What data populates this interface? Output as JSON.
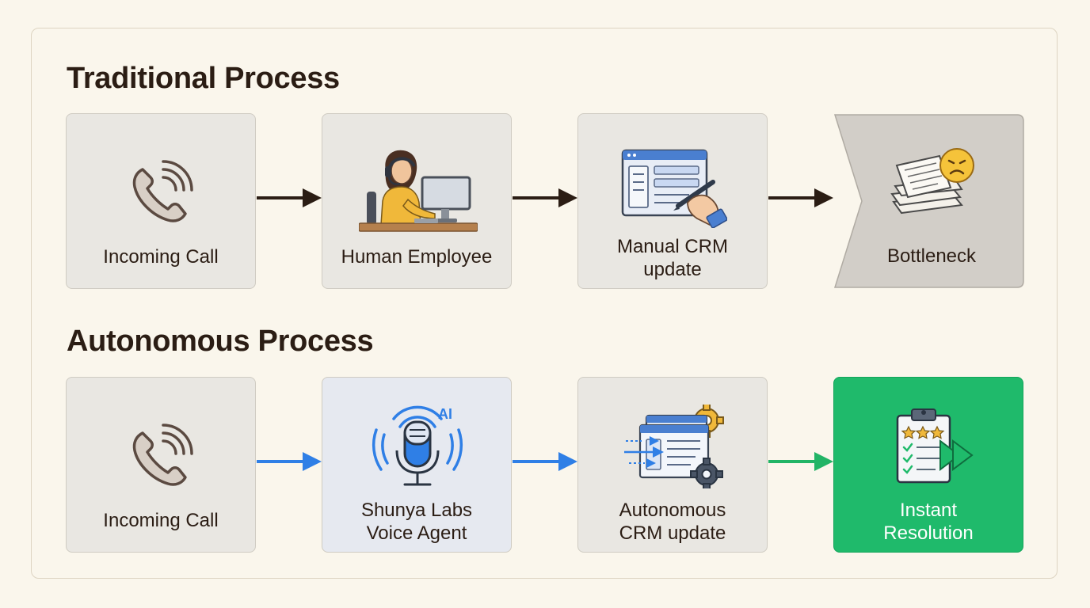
{
  "traditional": {
    "title": "Traditional Process",
    "steps": [
      {
        "label": "Incoming Call",
        "icon": "phone-ringing-icon"
      },
      {
        "label": "Human Employee",
        "icon": "employee-at-computer-icon"
      },
      {
        "label": "Manual CRM\nupdate",
        "icon": "crm-form-handwriting-icon"
      },
      {
        "label": "Bottleneck",
        "icon": "paper-pile-sad-face-icon"
      }
    ],
    "arrow_color": "#2b1d14"
  },
  "autonomous": {
    "title": "Autonomous Process",
    "steps": [
      {
        "label": "Incoming Call",
        "icon": "phone-ringing-icon"
      },
      {
        "label": "Shunya Labs\nVoice Agent",
        "icon": "ai-microphone-icon",
        "badge": "AI"
      },
      {
        "label": "Autonomous\nCRM update",
        "icon": "crm-auto-gears-icon"
      },
      {
        "label": "Instant\nResolution",
        "icon": "clipboard-stars-check-icon"
      }
    ],
    "arrow_colors": [
      "#2f7fe6",
      "#2f7fe6",
      "#22b466"
    ],
    "accent": "#1fba6b"
  }
}
